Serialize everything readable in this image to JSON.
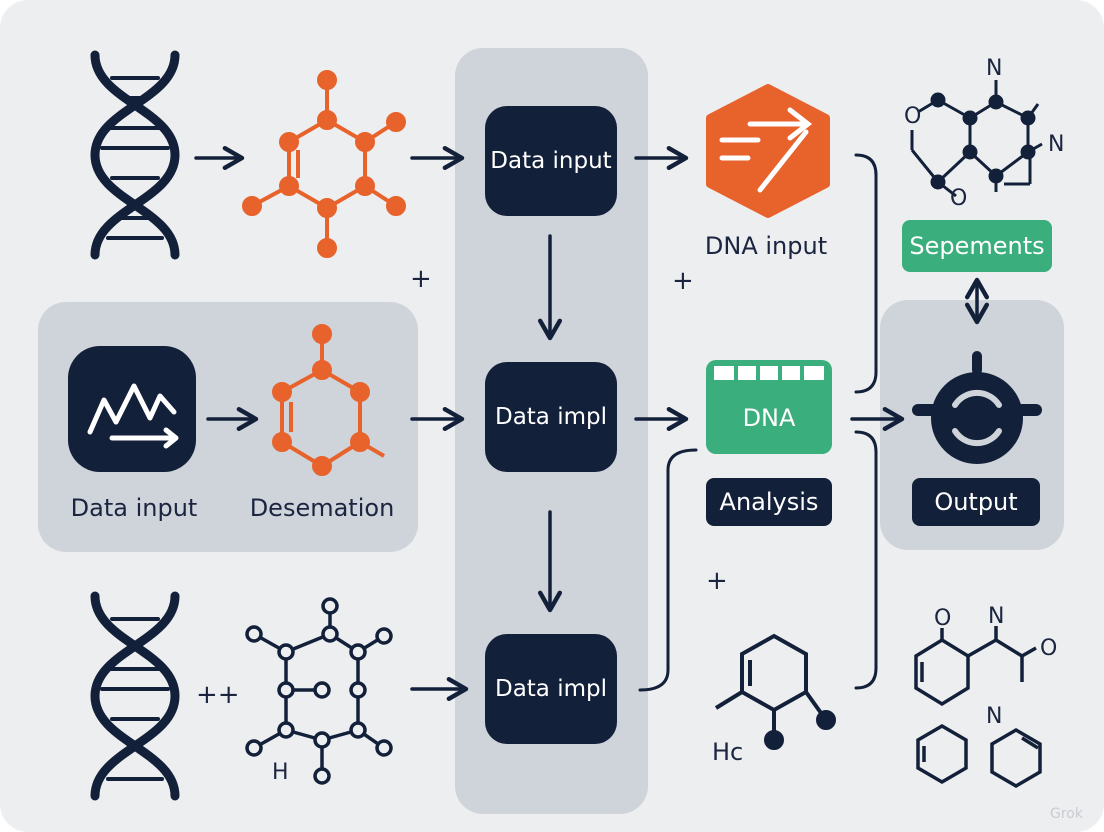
{
  "colors": {
    "navy": "#13203a",
    "orange": "#e8622c",
    "green": "#3aae7c",
    "panel": "#cfd3da",
    "background": "#edeef0"
  },
  "nodes": {
    "data_input_top": "Data input",
    "data_impl_mid": "Data impl",
    "data_impl_bottom": "Data impl",
    "left_panel_left_label": "Data input",
    "left_panel_right_label": "Desemation",
    "dna_input_label": "DNA input",
    "dna_block_label": "DNA",
    "analysis_label": "Analysis",
    "sepements_label": "Sepements",
    "output_label": "Output"
  },
  "operators": {
    "plus": "+",
    "double_plus": "++"
  },
  "chem_labels": {
    "n_top": "N",
    "o_top": "O",
    "n_right": "N",
    "o_mid": "O",
    "h_bottom_left": "H",
    "hc_bottom": "Hc",
    "o_bottom_left": "O",
    "n_bottom_top": "N",
    "o_bottom_right": "O",
    "n_bottom_mid": "N"
  },
  "icons": [
    "dna-helix-icon",
    "molecule-icon",
    "chart-icon",
    "arrow-icon",
    "output-circuit-icon"
  ],
  "watermark": "Grok"
}
